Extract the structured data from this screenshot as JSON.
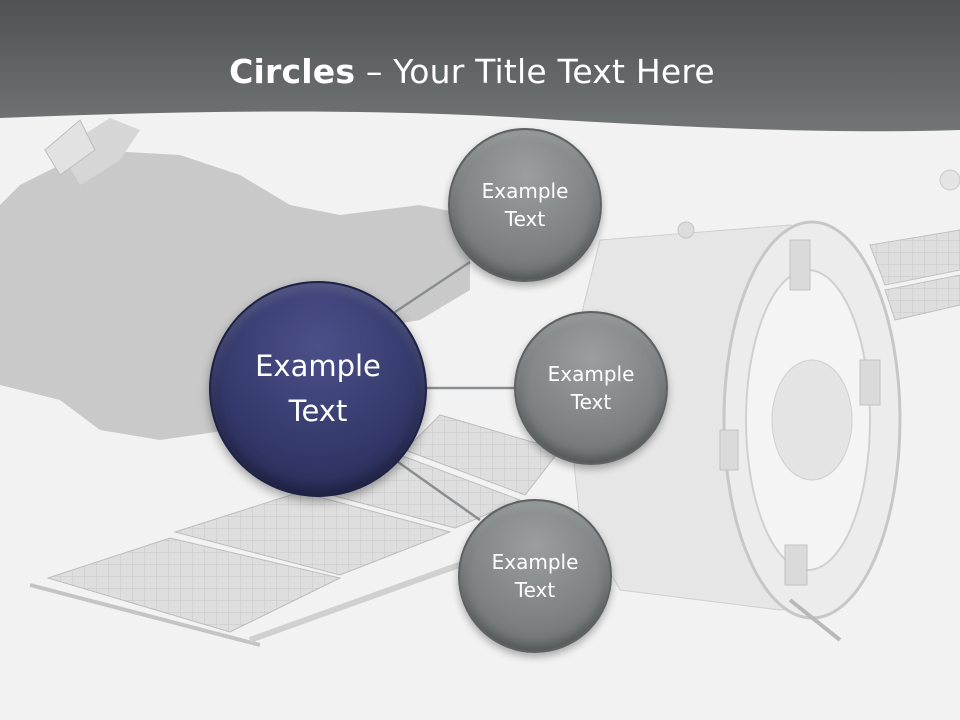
{
  "slide": {
    "title_bold": "Circles",
    "title_rest": " – Your Title Text Here"
  },
  "circles": {
    "main": "Example Text",
    "items": [
      {
        "label": "Example Text"
      },
      {
        "label": "Example Text"
      },
      {
        "label": "Example Text"
      }
    ]
  },
  "colors": {
    "header": "#5f6263",
    "main_circle": "#353a6c",
    "satellite_circle": "#7f8384",
    "connector": "#8a8e90",
    "background": "#f2f2f2"
  }
}
